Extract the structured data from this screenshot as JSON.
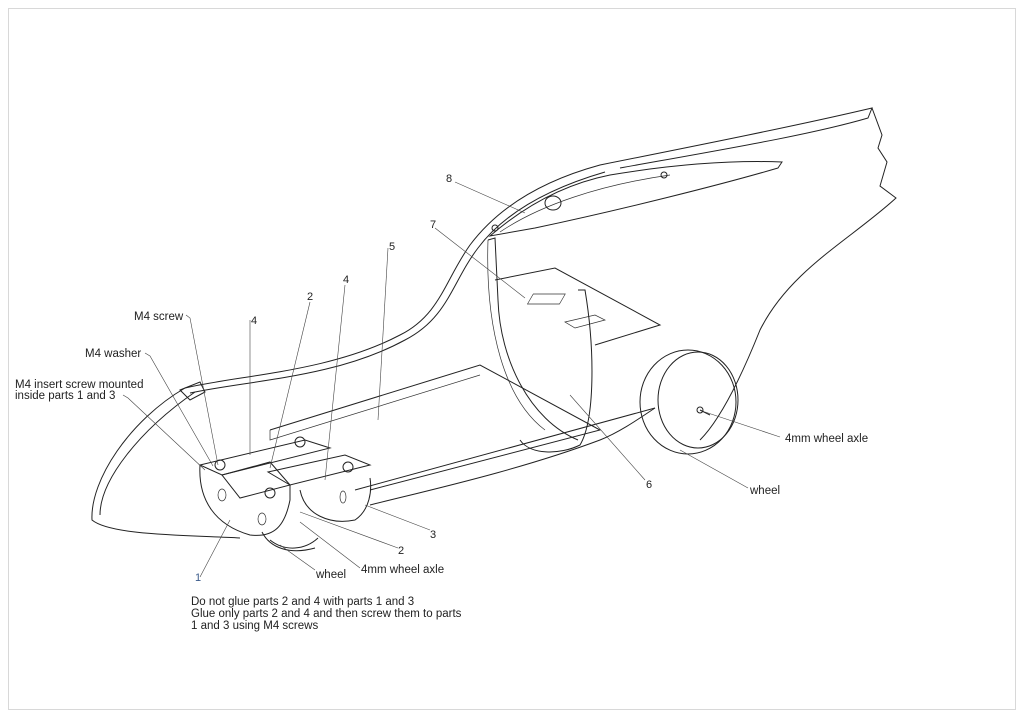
{
  "callouts": {
    "m4_screw": "M4 screw",
    "m4_washer": "M4 washer",
    "m4_insert_line1": "M4 insert screw mounted",
    "m4_insert_line2": "inside parts 1 and 3",
    "part_1": "1",
    "part_2_top": "2",
    "part_2_bottom": "2",
    "part_3": "3",
    "part_4_left": "4",
    "part_4_right": "4",
    "part_5": "5",
    "part_6": "6",
    "part_7": "7",
    "part_8": "8",
    "wheel_front": "wheel",
    "wheel_rear": "wheel",
    "axle_front": "4mm wheel axle",
    "axle_rear": "4mm wheel axle"
  },
  "notes": [
    "Do not glue parts 2 and 4 with parts 1 and 3",
    "Glue only parts 2 and 4 and then screw them to parts",
    "1 and 3 using M4 screws"
  ]
}
